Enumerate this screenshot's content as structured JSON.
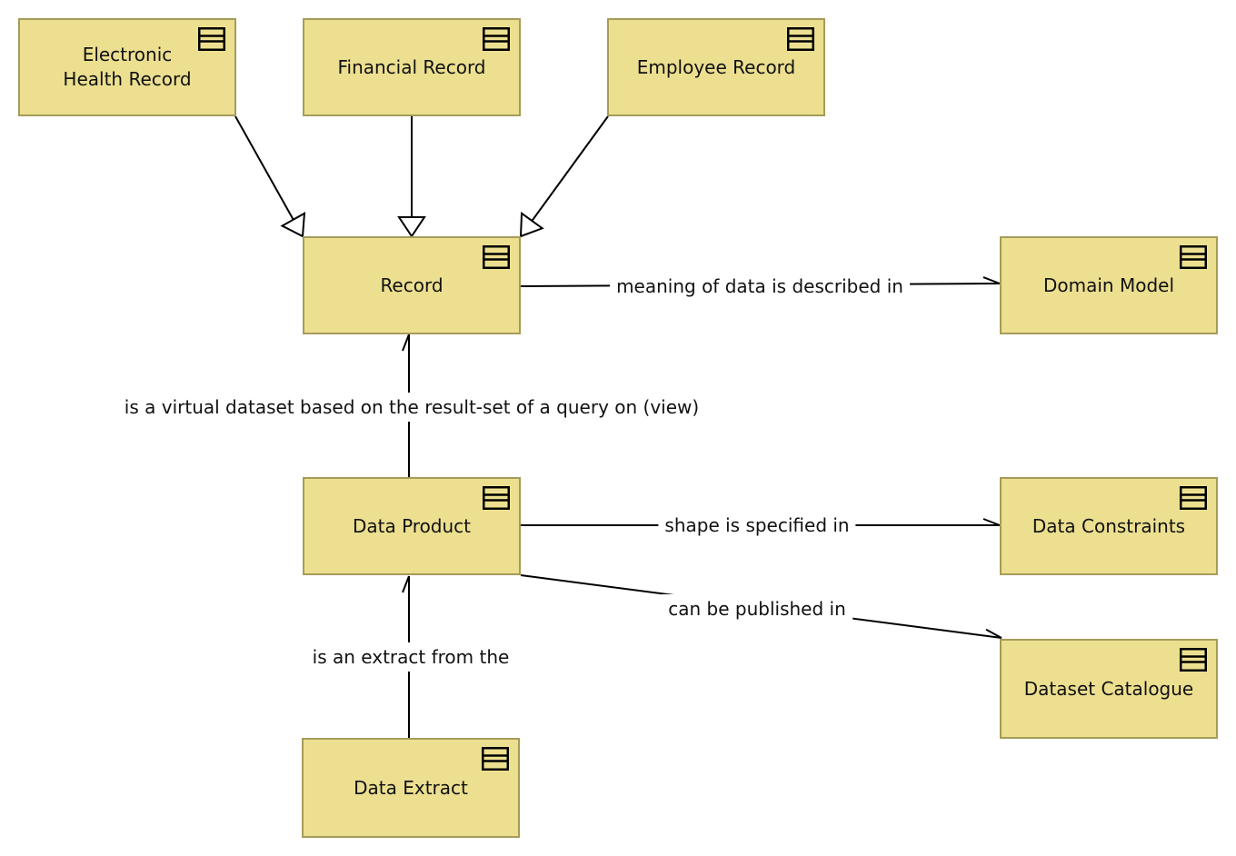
{
  "diagram": {
    "background": "#ffffff",
    "node_fill": "#ecdf90",
    "node_border": "#a59c59",
    "line_color": "#000000",
    "text_color": "#111111"
  },
  "nodes": {
    "ehr": {
      "label": "Electronic\nHealth Record"
    },
    "financial_record": {
      "label": "Financial Record"
    },
    "employee_record": {
      "label": "Employee Record"
    },
    "record": {
      "label": "Record"
    },
    "domain_model": {
      "label": "Domain Model"
    },
    "data_product": {
      "label": "Data Product"
    },
    "data_constraints": {
      "label": "Data Constraints"
    },
    "dataset_catalogue": {
      "label": "Dataset Catalogue"
    },
    "data_extract": {
      "label": "Data Extract"
    }
  },
  "edges": {
    "record_domain_model": {
      "label": "meaning of data is described in",
      "type": "association"
    },
    "data_product_record": {
      "label": "is a virtual dataset based on the result-set of a query on (view)",
      "type": "association"
    },
    "data_product_constraints": {
      "label": "shape is specified in",
      "type": "association"
    },
    "data_product_catalogue": {
      "label": "can be published in",
      "type": "association"
    },
    "data_extract_product": {
      "label": "is an extract from the",
      "type": "association"
    },
    "ehr_record": {
      "label": "",
      "type": "generalization"
    },
    "financial_record_record": {
      "label": "",
      "type": "generalization"
    },
    "employee_record_record": {
      "label": "",
      "type": "generalization"
    }
  }
}
